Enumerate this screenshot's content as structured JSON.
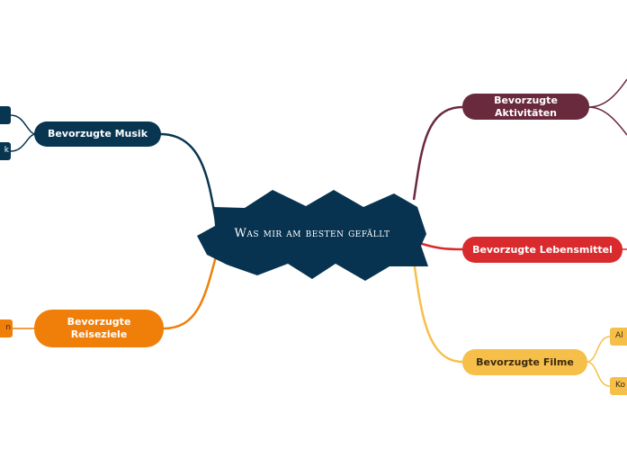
{
  "colors": {
    "central": "#073350",
    "musik": "#083550",
    "reise": "#f07f0a",
    "aktivitaeten": "#6a2a3d",
    "lebensmittel": "#d92b2e",
    "filme": "#f6bf4a",
    "text_light": "#ffffff",
    "text_dark": "#3a2a10"
  },
  "central": {
    "title": "Was mir am besten gefällt"
  },
  "branches": {
    "musik": {
      "label": "Bevorzugte Musik",
      "leaves": [
        "",
        "k"
      ]
    },
    "reise": {
      "label": "Bevorzugte Reiseziele",
      "leaves": [
        "n"
      ]
    },
    "aktivitaeten": {
      "label": "Bevorzugte Aktivitäten"
    },
    "lebensmittel": {
      "label": "Bevorzugte Lebensmittel"
    },
    "filme": {
      "label": "Bevorzugte Filme",
      "leaves": [
        "Al",
        "Ko"
      ]
    }
  }
}
